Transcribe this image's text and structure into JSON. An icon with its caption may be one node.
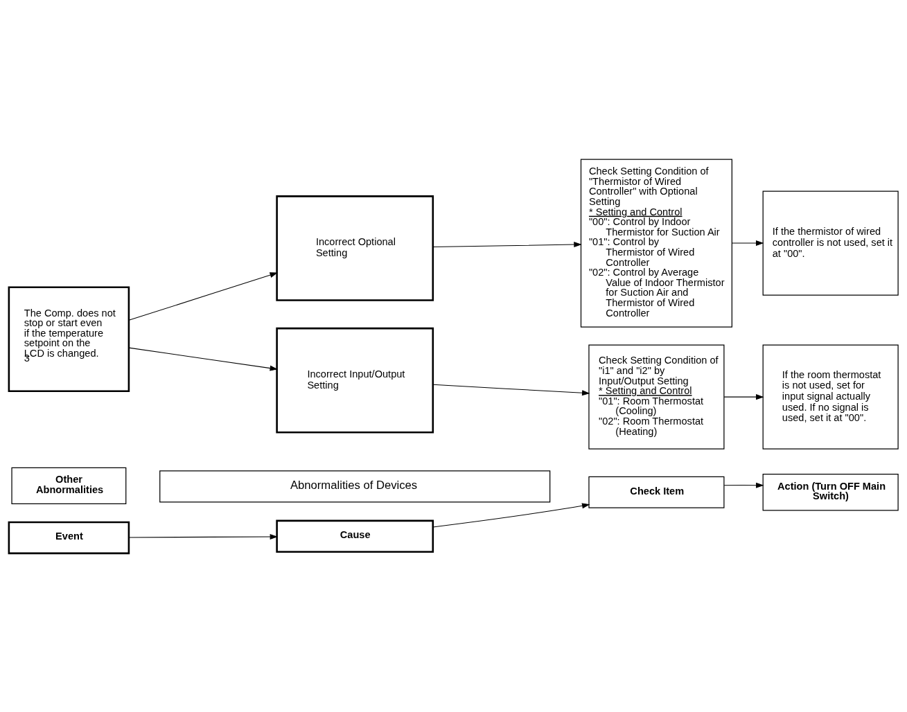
{
  "diagram": {
    "nodes": [
      {
        "text": [
          "Other Abnormalities"
        ]
      },
      {
        "text": [
          "Abnormalities of Devices"
        ]
      },
      {
        "text": [
          "Event"
        ]
      },
      {
        "text": [
          "Cause"
        ]
      },
      {
        "text": [
          "Check Item"
        ]
      },
      {
        "text": [
          "Action (Turn OFF Main Switch)"
        ]
      },
      {
        "text": [
          "The Comp. does not stop or start even if the temperature setpoint on the LCD is changed. $^{3}$"
        ]
      },
      {
        "text": [
          "Incorrect Optional Setting"
        ]
      },
      {
        "text": [
          "Check Setting Condition of \"Thermistor of Wired Controller\" with Optional Setting",
          "* Setting and Control",
          "\"00\": Control by Indoor Thermistor for Suction Air",
          "\"01\": Control by Thermistor of Wired Controller",
          "\"02\": Control by Average Value of Indoor Thermistor for Suction Air and Thermistor of Wired Controller"
        ]
      },
      {
        "text": [
          "If the thermistor of wired controller is not used, set it at \"00\"."
        ]
      },
      {
        "text": [
          "Incorrect Input/Output Setting"
        ]
      },
      {
        "text": [
          "Check Setting Condition of \"i1\" and \"i2\" by Input/Output Setting",
          "* Setting and Control",
          "\"01\": Room Thermostat (Cooling)",
          "\"02\": Room Thermostat (Heating)"
        ]
      },
      {
        "text": [
          "If the room thermostat is not used, set for input signal actually used. If no signal is used, set it at \"00\"."
        ]
      }
    ],
    "edges": [
      {
        "from": 2,
        "to": 3,
        "arrow": "to"
      },
      {
        "from": 3,
        "to": 4,
        "arrow": "to"
      },
      {
        "from": 4,
        "to": 5,
        "arrow": "to"
      },
      {
        "from": 6,
        "to": 7,
        "arrow": "to"
      },
      {
        "from": 6,
        "to": 10,
        "arrow": "to"
      },
      {
        "from": 7,
        "to": 8,
        "arrow": "to"
      },
      {
        "from": 8,
        "to": 9,
        "arrow": "to"
      },
      {
        "from": 10,
        "to": 11,
        "arrow": "to"
      },
      {
        "from": 11,
        "to": 12,
        "arrow": "to"
      }
    ]
  }
}
